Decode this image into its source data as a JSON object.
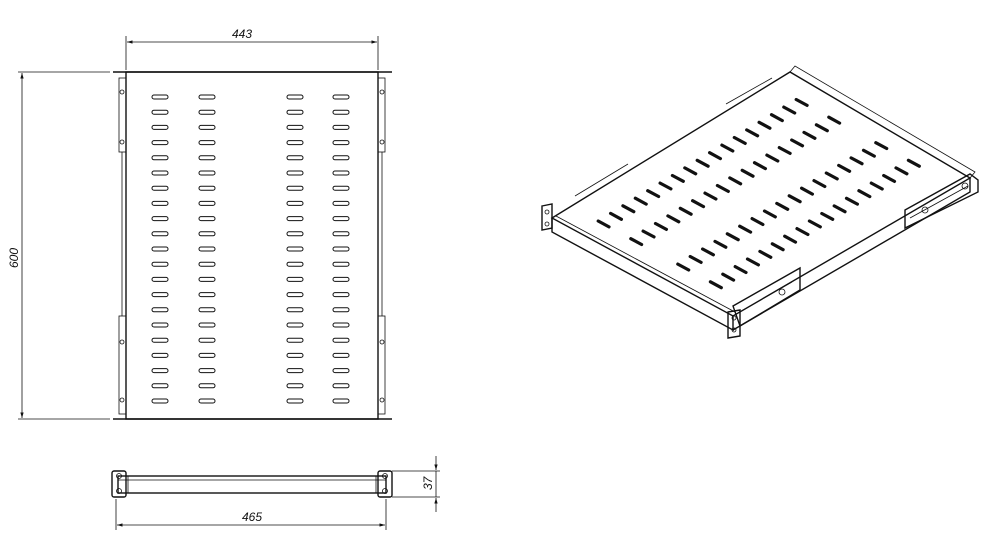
{
  "dimensions": {
    "width": "443",
    "depth": "600",
    "height": "37",
    "overall_width": "465"
  }
}
